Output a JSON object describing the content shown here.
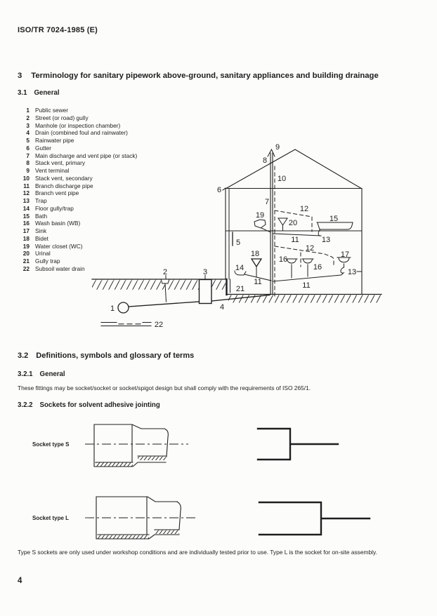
{
  "page": {
    "doc_ref": "ISO/TR 7024-1985 (E)",
    "page_number": "4"
  },
  "sections": {
    "s3": {
      "number": "3",
      "title": "Terminology for sanitary pipework above-ground, sanitary appliances and building drainage"
    },
    "s3_1": {
      "number": "3.1",
      "title": "General"
    },
    "s3_2": {
      "number": "3.2",
      "title": "Definitions, symbols and glossary of terms"
    },
    "s3_2_1": {
      "number": "3.2.1",
      "title": "General"
    },
    "s3_2_2": {
      "number": "3.2.2",
      "title": "Sockets for solvent adhesive jointing"
    }
  },
  "paragraphs": {
    "fittings": "These fittings may be socket/socket or socket/spigot design but shall comply with the requirements of ISO 265/1.",
    "closing": "Type S sockets are only used under workshop conditions and are individually tested prior to use. Type L is the socket for on-site assembly."
  },
  "legend": {
    "items": [
      {
        "num": "1",
        "label": "Public sewer"
      },
      {
        "num": "2",
        "label": "Street (or road) gully"
      },
      {
        "num": "3",
        "label": "Manhole (or inspection chamber)"
      },
      {
        "num": "4",
        "label": "Drain (combined foul and rainwater)"
      },
      {
        "num": "5",
        "label": "Rainwater pipe"
      },
      {
        "num": "6",
        "label": "Gutter"
      },
      {
        "num": "7",
        "label": "Main discharge and vent pipe (or stack)"
      },
      {
        "num": "8",
        "label": "Stack vent, primary"
      },
      {
        "num": "9",
        "label": "Vent terminal"
      },
      {
        "num": "10",
        "label": "Stack vent, secondary"
      },
      {
        "num": "11",
        "label": "Branch discharge pipe"
      },
      {
        "num": "12",
        "label": "Branch vent pipe"
      },
      {
        "num": "13",
        "label": "Trap"
      },
      {
        "num": "14",
        "label": "Floor gully/trap"
      },
      {
        "num": "15",
        "label": "Bath"
      },
      {
        "num": "16",
        "label": "Wash basin (WB)"
      },
      {
        "num": "17",
        "label": "Sink"
      },
      {
        "num": "18",
        "label": "Bidet"
      },
      {
        "num": "19",
        "label": "Water closet (WC)"
      },
      {
        "num": "20",
        "label": "Urinal"
      },
      {
        "num": "21",
        "label": "Gully trap"
      },
      {
        "num": "22",
        "label": "Subsoil water drain"
      }
    ]
  },
  "diagram": {
    "callouts": {
      "n1": "1",
      "n2": "2",
      "n3": "3",
      "n4": "4",
      "n5": "5",
      "n6": "6",
      "n7": "7",
      "n8": "8",
      "n9": "9",
      "n10": "10",
      "n11": "11",
      "n12": "12",
      "n13": "13",
      "n14": "14",
      "n15": "15",
      "n16": "16",
      "n17": "17",
      "n18": "18",
      "n19": "19",
      "n20": "20",
      "n21": "21",
      "n22": "22"
    }
  },
  "figures": {
    "socket_s": "Socket type S",
    "socket_l": "Socket type L"
  },
  "colors": {
    "ink": "#1e1e1e",
    "paper": "#fcfcfa"
  }
}
